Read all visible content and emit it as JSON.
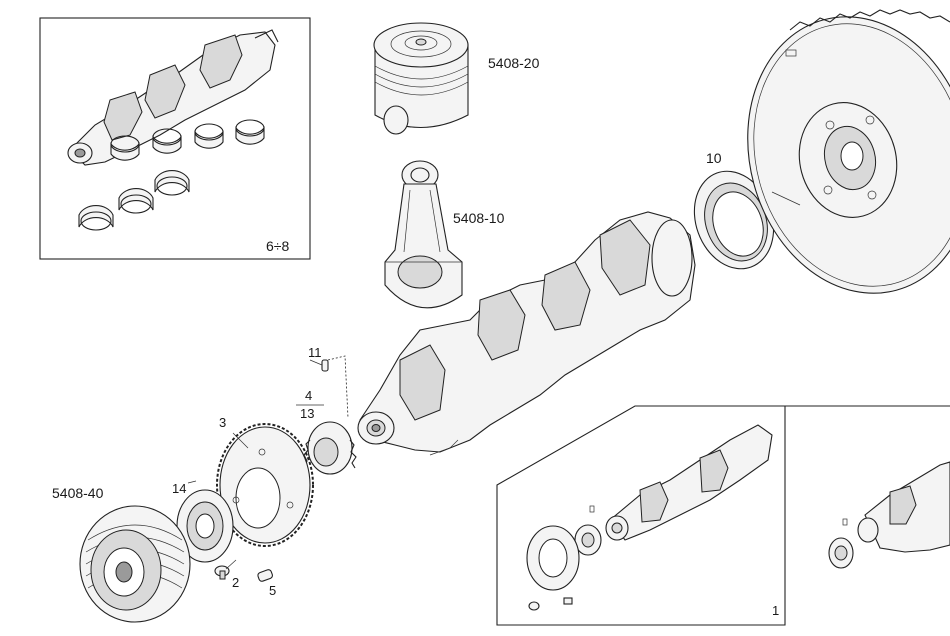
{
  "callouts": {
    "piston": "5408-20",
    "conrod": "5408-10",
    "seal": "10",
    "inset_bearings": "6÷8",
    "pin_top": "11",
    "fraction_top": "4",
    "fraction_bottom": "13",
    "ring_gear": "3",
    "damper": "5408-40",
    "tone_wheel": "14",
    "bolt": "2",
    "dowel": "5",
    "variant_box": "1"
  }
}
